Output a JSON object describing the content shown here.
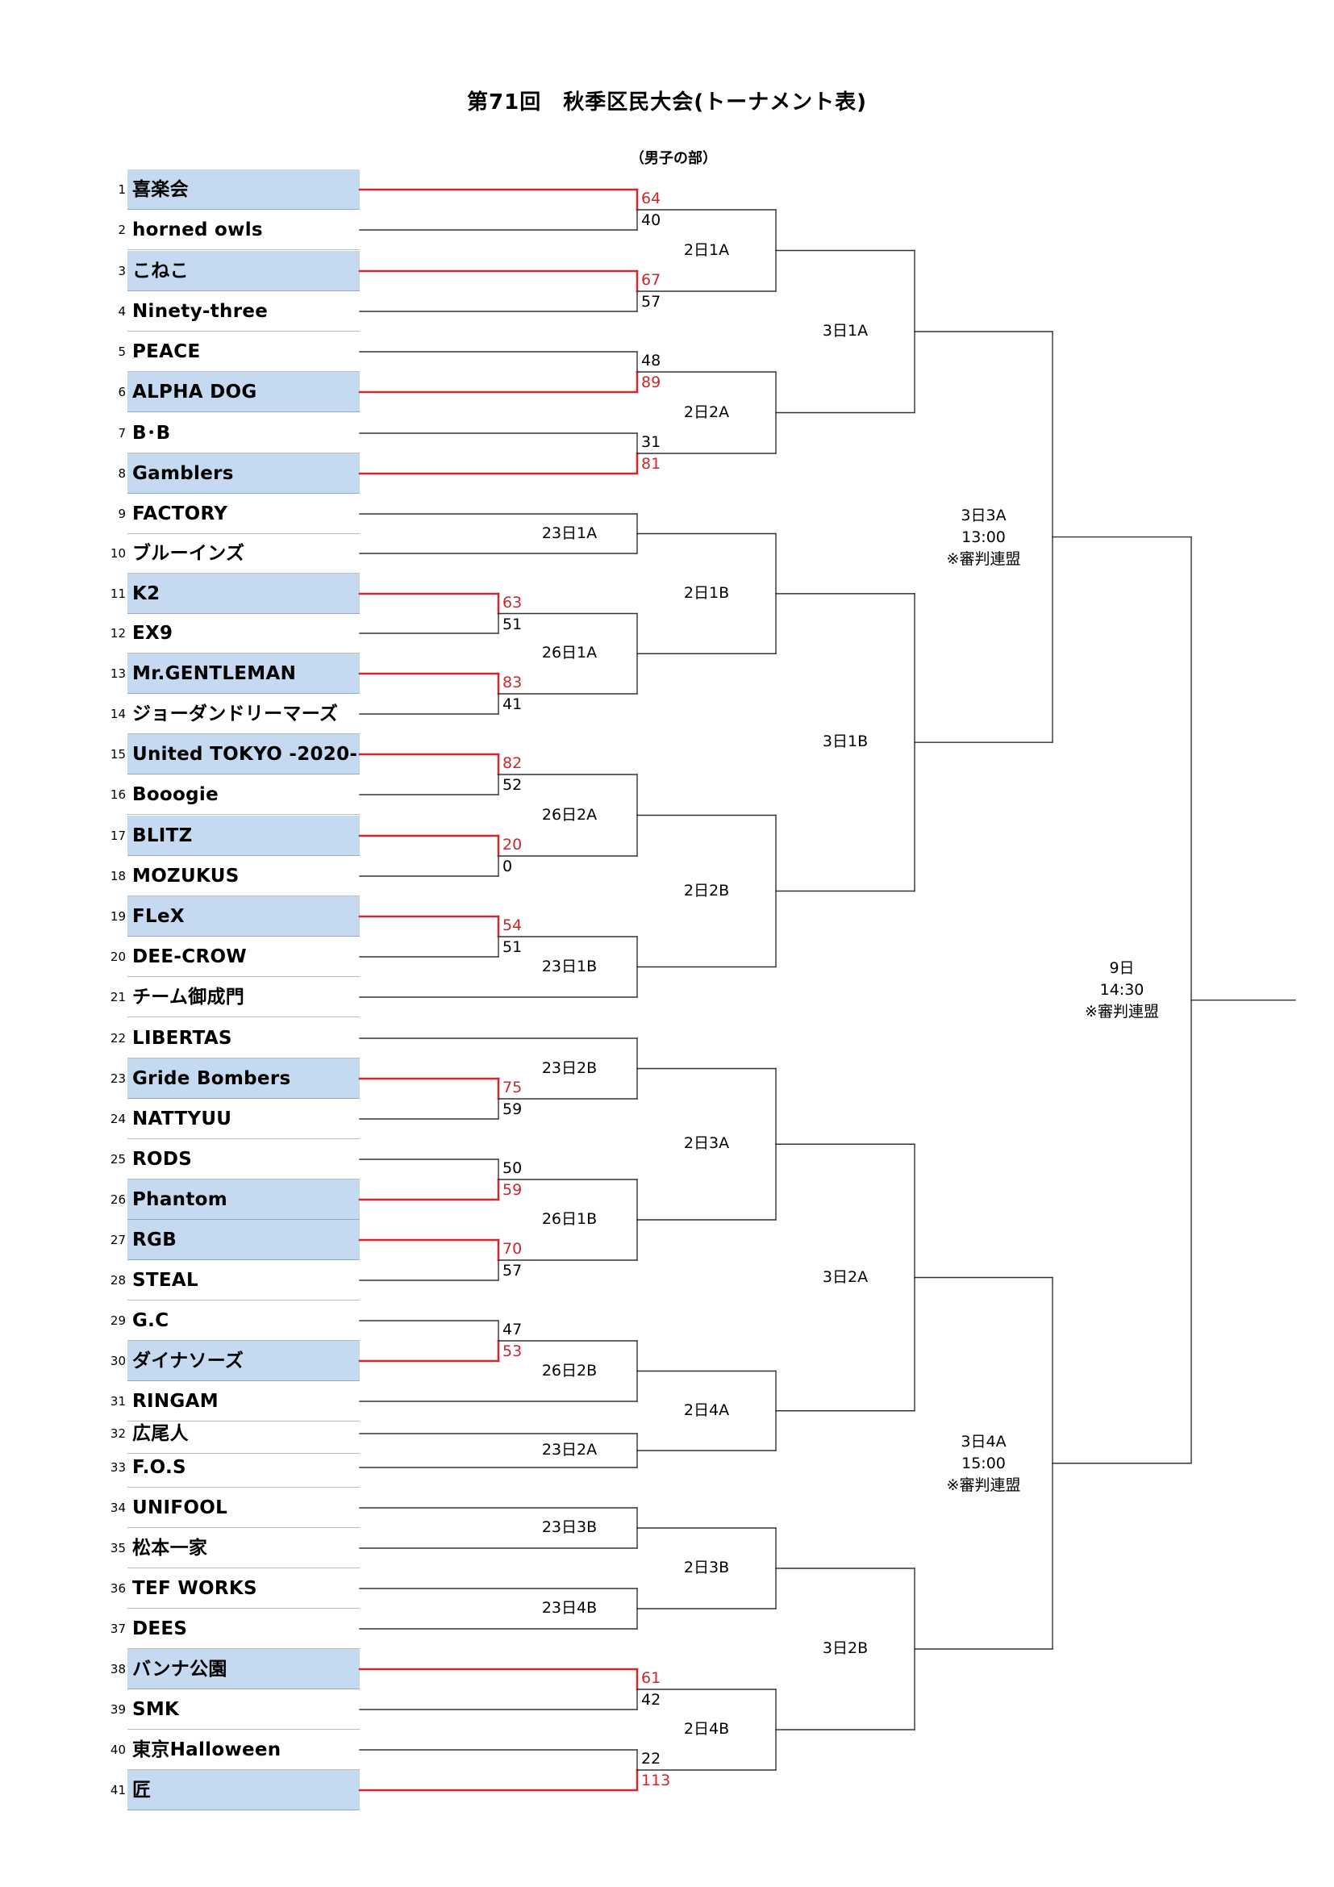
{
  "title": "第71回　秋季区民大会(トーナメント表)",
  "subtitle": "（男子の部）",
  "colors": {
    "winner_line": "#d2282d",
    "line": "#333333",
    "highlight": "#c5d9f1"
  },
  "teams": [
    {
      "num": "1",
      "name": "喜楽会",
      "highlight": true
    },
    {
      "num": "2",
      "name": "horned owls",
      "highlight": false
    },
    {
      "num": "3",
      "name": "こねこ",
      "highlight": true
    },
    {
      "num": "4",
      "name": "Ninety-three",
      "highlight": false
    },
    {
      "num": "5",
      "name": "PEACE",
      "highlight": false
    },
    {
      "num": "6",
      "name": "ALPHA DOG",
      "highlight": true
    },
    {
      "num": "7",
      "name": "B･B",
      "highlight": false
    },
    {
      "num": "8",
      "name": "Gamblers",
      "highlight": true
    },
    {
      "num": "9",
      "name": "FACTORY",
      "highlight": false
    },
    {
      "num": "10",
      "name": "ブルーインズ",
      "highlight": false
    },
    {
      "num": "11",
      "name": "K2",
      "highlight": true
    },
    {
      "num": "12",
      "name": "EX9",
      "highlight": false
    },
    {
      "num": "13",
      "name": "Mr.GENTLEMAN",
      "highlight": true
    },
    {
      "num": "14",
      "name": "ジョーダンドリーマーズ",
      "highlight": false
    },
    {
      "num": "15",
      "name": "United TOKYO -2020-",
      "highlight": true
    },
    {
      "num": "16",
      "name": "Booogie",
      "highlight": false
    },
    {
      "num": "17",
      "name": "BLITZ",
      "highlight": true
    },
    {
      "num": "18",
      "name": "MOZUKUS",
      "highlight": false
    },
    {
      "num": "19",
      "name": "FLeX",
      "highlight": true
    },
    {
      "num": "20",
      "name": "DEE-CROW",
      "highlight": false
    },
    {
      "num": "21",
      "name": "チーム御成門",
      "highlight": false
    },
    {
      "num": "22",
      "name": "LIBERTAS",
      "highlight": false
    },
    {
      "num": "23",
      "name": "Gride Bombers",
      "highlight": true
    },
    {
      "num": "24",
      "name": "NATTYUU",
      "highlight": false
    },
    {
      "num": "25",
      "name": "RODS",
      "highlight": false
    },
    {
      "num": "26",
      "name": "Phantom",
      "highlight": true
    },
    {
      "num": "27",
      "name": "RGB",
      "highlight": true
    },
    {
      "num": "28",
      "name": "STEAL",
      "highlight": false
    },
    {
      "num": "29",
      "name": "G.C",
      "highlight": false
    },
    {
      "num": "30",
      "name": "ダイナソーズ",
      "highlight": true
    },
    {
      "num": "31",
      "name": "RINGAM",
      "highlight": false
    },
    {
      "num": "32",
      "name": "広尾人",
      "highlight": false
    },
    {
      "num": "33",
      "name": "F.O.S",
      "highlight": false
    },
    {
      "num": "34",
      "name": "UNIFOOL",
      "highlight": false
    },
    {
      "num": "35",
      "name": "松本一家",
      "highlight": false
    },
    {
      "num": "36",
      "name": "TEF WORKS",
      "highlight": false
    },
    {
      "num": "37",
      "name": "DEES",
      "highlight": false
    },
    {
      "num": "38",
      "name": "バンナ公園",
      "highlight": true
    },
    {
      "num": "39",
      "name": "SMK",
      "highlight": false
    },
    {
      "num": "40",
      "name": "東京Halloween",
      "highlight": false
    },
    {
      "num": "41",
      "name": "匠",
      "highlight": true
    }
  ],
  "preliminary_matches": [
    {
      "id": "23日1A",
      "teams": [
        "9",
        "10"
      ],
      "scores": []
    },
    {
      "id": "26日1A-a",
      "teams": [
        "11",
        "12"
      ],
      "scores": [
        "63",
        "51"
      ],
      "winner": 0
    },
    {
      "id": "26日1A-b",
      "teams": [
        "13",
        "14"
      ],
      "scores": [
        "83",
        "41"
      ],
      "winner": 0
    },
    {
      "id": "26日2A-a",
      "teams": [
        "15",
        "16"
      ],
      "scores": [
        "82",
        "52"
      ],
      "winner": 0
    },
    {
      "id": "26日2A-b",
      "teams": [
        "17",
        "18"
      ],
      "scores": [
        "20",
        "0"
      ],
      "winner": 0
    },
    {
      "id": "19v20",
      "teams": [
        "19",
        "20"
      ],
      "scores": [
        "54",
        "51"
      ],
      "winner": 0
    },
    {
      "id": "23日2B",
      "teams": [
        "23",
        "24"
      ],
      "scores": [
        "75",
        "59"
      ],
      "winner": 0
    },
    {
      "id": "26日1B-a",
      "teams": [
        "25",
        "26"
      ],
      "scores": [
        "50",
        "59"
      ],
      "winner": 1
    },
    {
      "id": "26日1B-b",
      "teams": [
        "27",
        "28"
      ],
      "scores": [
        "70",
        "57"
      ],
      "winner": 0
    },
    {
      "id": "26日2B-a",
      "teams": [
        "29",
        "30"
      ],
      "scores": [
        "47",
        "53"
      ],
      "winner": 1
    }
  ],
  "match_labels": [
    {
      "text": "23日1A"
    },
    {
      "text": "26日1A"
    },
    {
      "text": "26日2A"
    },
    {
      "text": "23日1B"
    },
    {
      "text": "23日2B"
    },
    {
      "text": "26日1B"
    },
    {
      "text": "26日2B"
    },
    {
      "text": "23日2A"
    },
    {
      "text": "23日3B"
    },
    {
      "text": "23日4B"
    },
    {
      "text": "2日1A"
    },
    {
      "text": "2日2A"
    },
    {
      "text": "2日1B"
    },
    {
      "text": "2日2B"
    },
    {
      "text": "2日3A"
    },
    {
      "text": "2日4A"
    },
    {
      "text": "2日3B"
    },
    {
      "text": "2日4B"
    },
    {
      "text": "3日1A"
    },
    {
      "text": "3日1B"
    },
    {
      "text": "3日2A"
    },
    {
      "text": "3日2B"
    },
    {
      "text": "3日3A\n13:00\n※審判連盟"
    },
    {
      "text": "3日4A\n15:00\n※審判連盟"
    },
    {
      "text": "9日\n14:30\n※審判連盟"
    }
  ],
  "first_round_scores": [
    {
      "a": "64",
      "b": "40",
      "winner": 0
    },
    {
      "a": "67",
      "b": "57",
      "winner": 0
    },
    {
      "a": "48",
      "b": "89",
      "winner": 1
    },
    {
      "a": "31",
      "b": "81",
      "winner": 1
    },
    {
      "a": "61",
      "b": "42",
      "winner": 0
    },
    {
      "a": "22",
      "b": "113",
      "winner": 1
    }
  ]
}
